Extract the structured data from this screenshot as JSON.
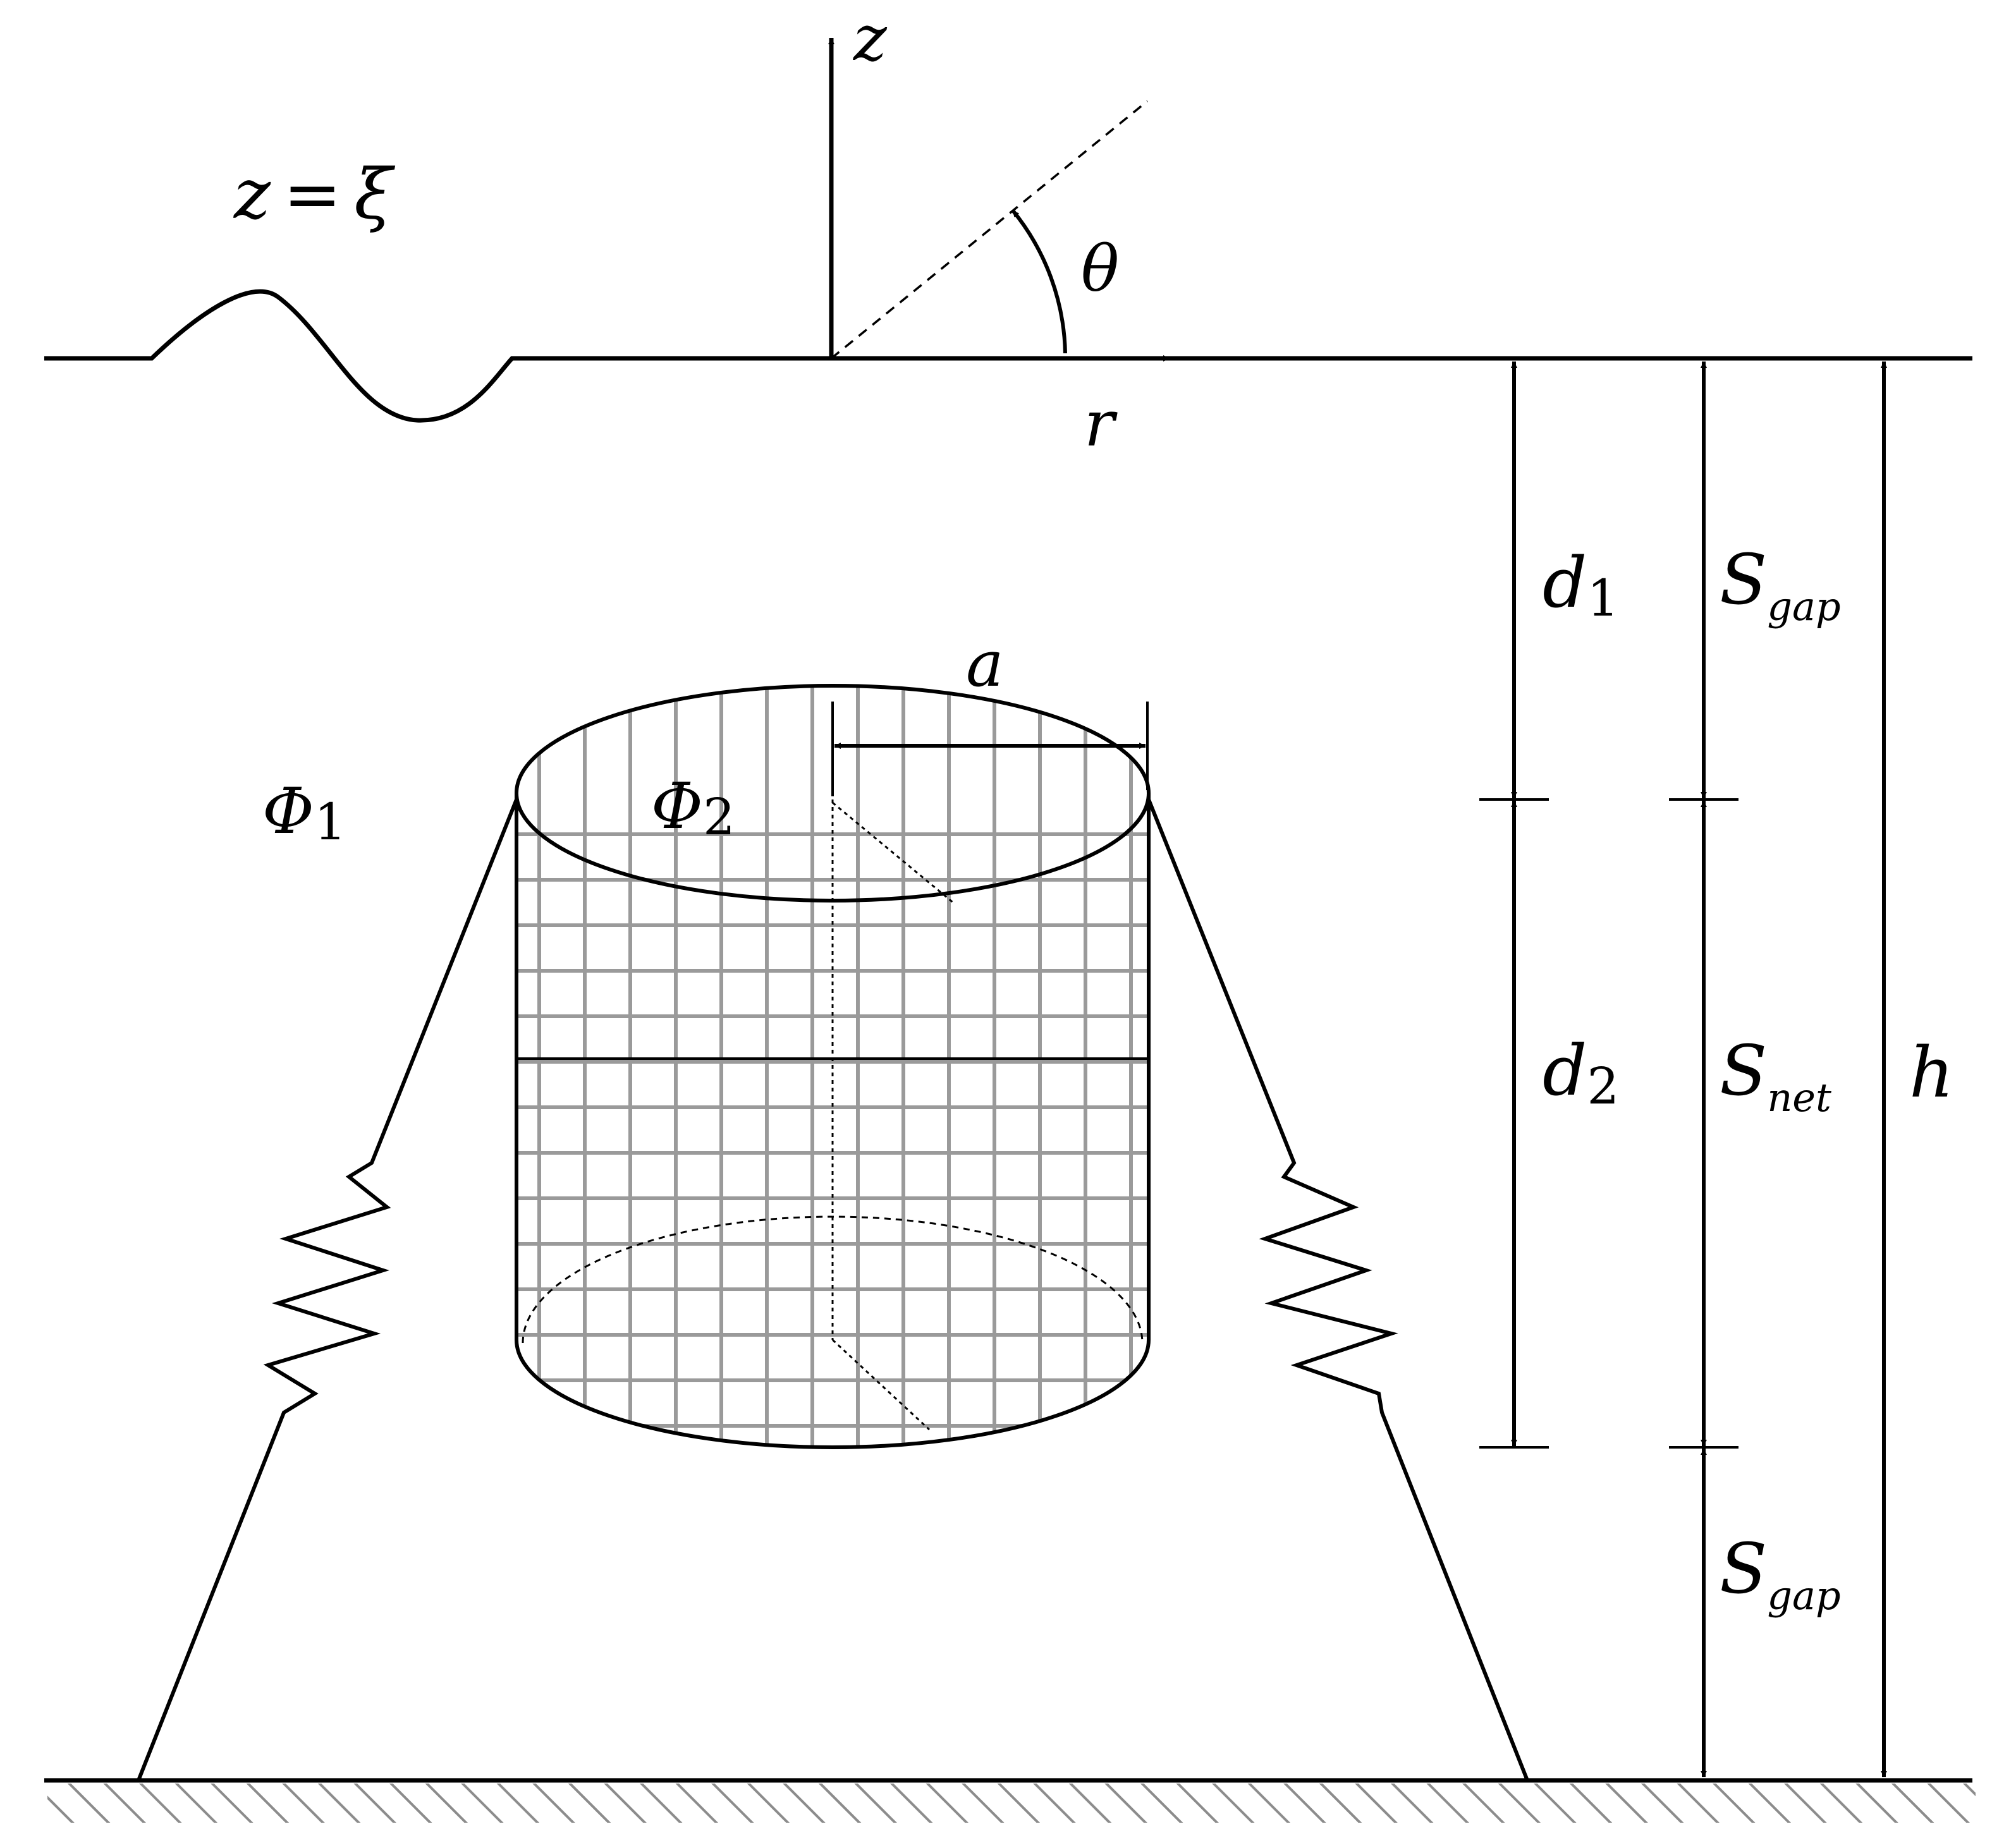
{
  "free_surface_label": {
    "lhs": "z",
    "eq": "=",
    "rhs": "ξ"
  },
  "axes": {
    "vertical": "z",
    "horizontal": "r",
    "angle": "θ"
  },
  "radius_label": "a",
  "potentials": {
    "outer": {
      "symbol": "Φ",
      "index": "1"
    },
    "inner": {
      "symbol": "Φ",
      "index": "2"
    }
  },
  "dimensions": {
    "d1": {
      "symbol": "d",
      "index": "1"
    },
    "d2": {
      "symbol": "d",
      "index": "2"
    },
    "s_gap_top": {
      "symbol": "S",
      "index": "gap"
    },
    "s_net": {
      "symbol": "S",
      "index": "net"
    },
    "s_gap_bottom": {
      "symbol": "S",
      "index": "gap"
    },
    "h": "h"
  },
  "colors": {
    "ink": "#000000",
    "net": "#9a9a9a",
    "seabed_hatch": "#8c8c8c"
  }
}
